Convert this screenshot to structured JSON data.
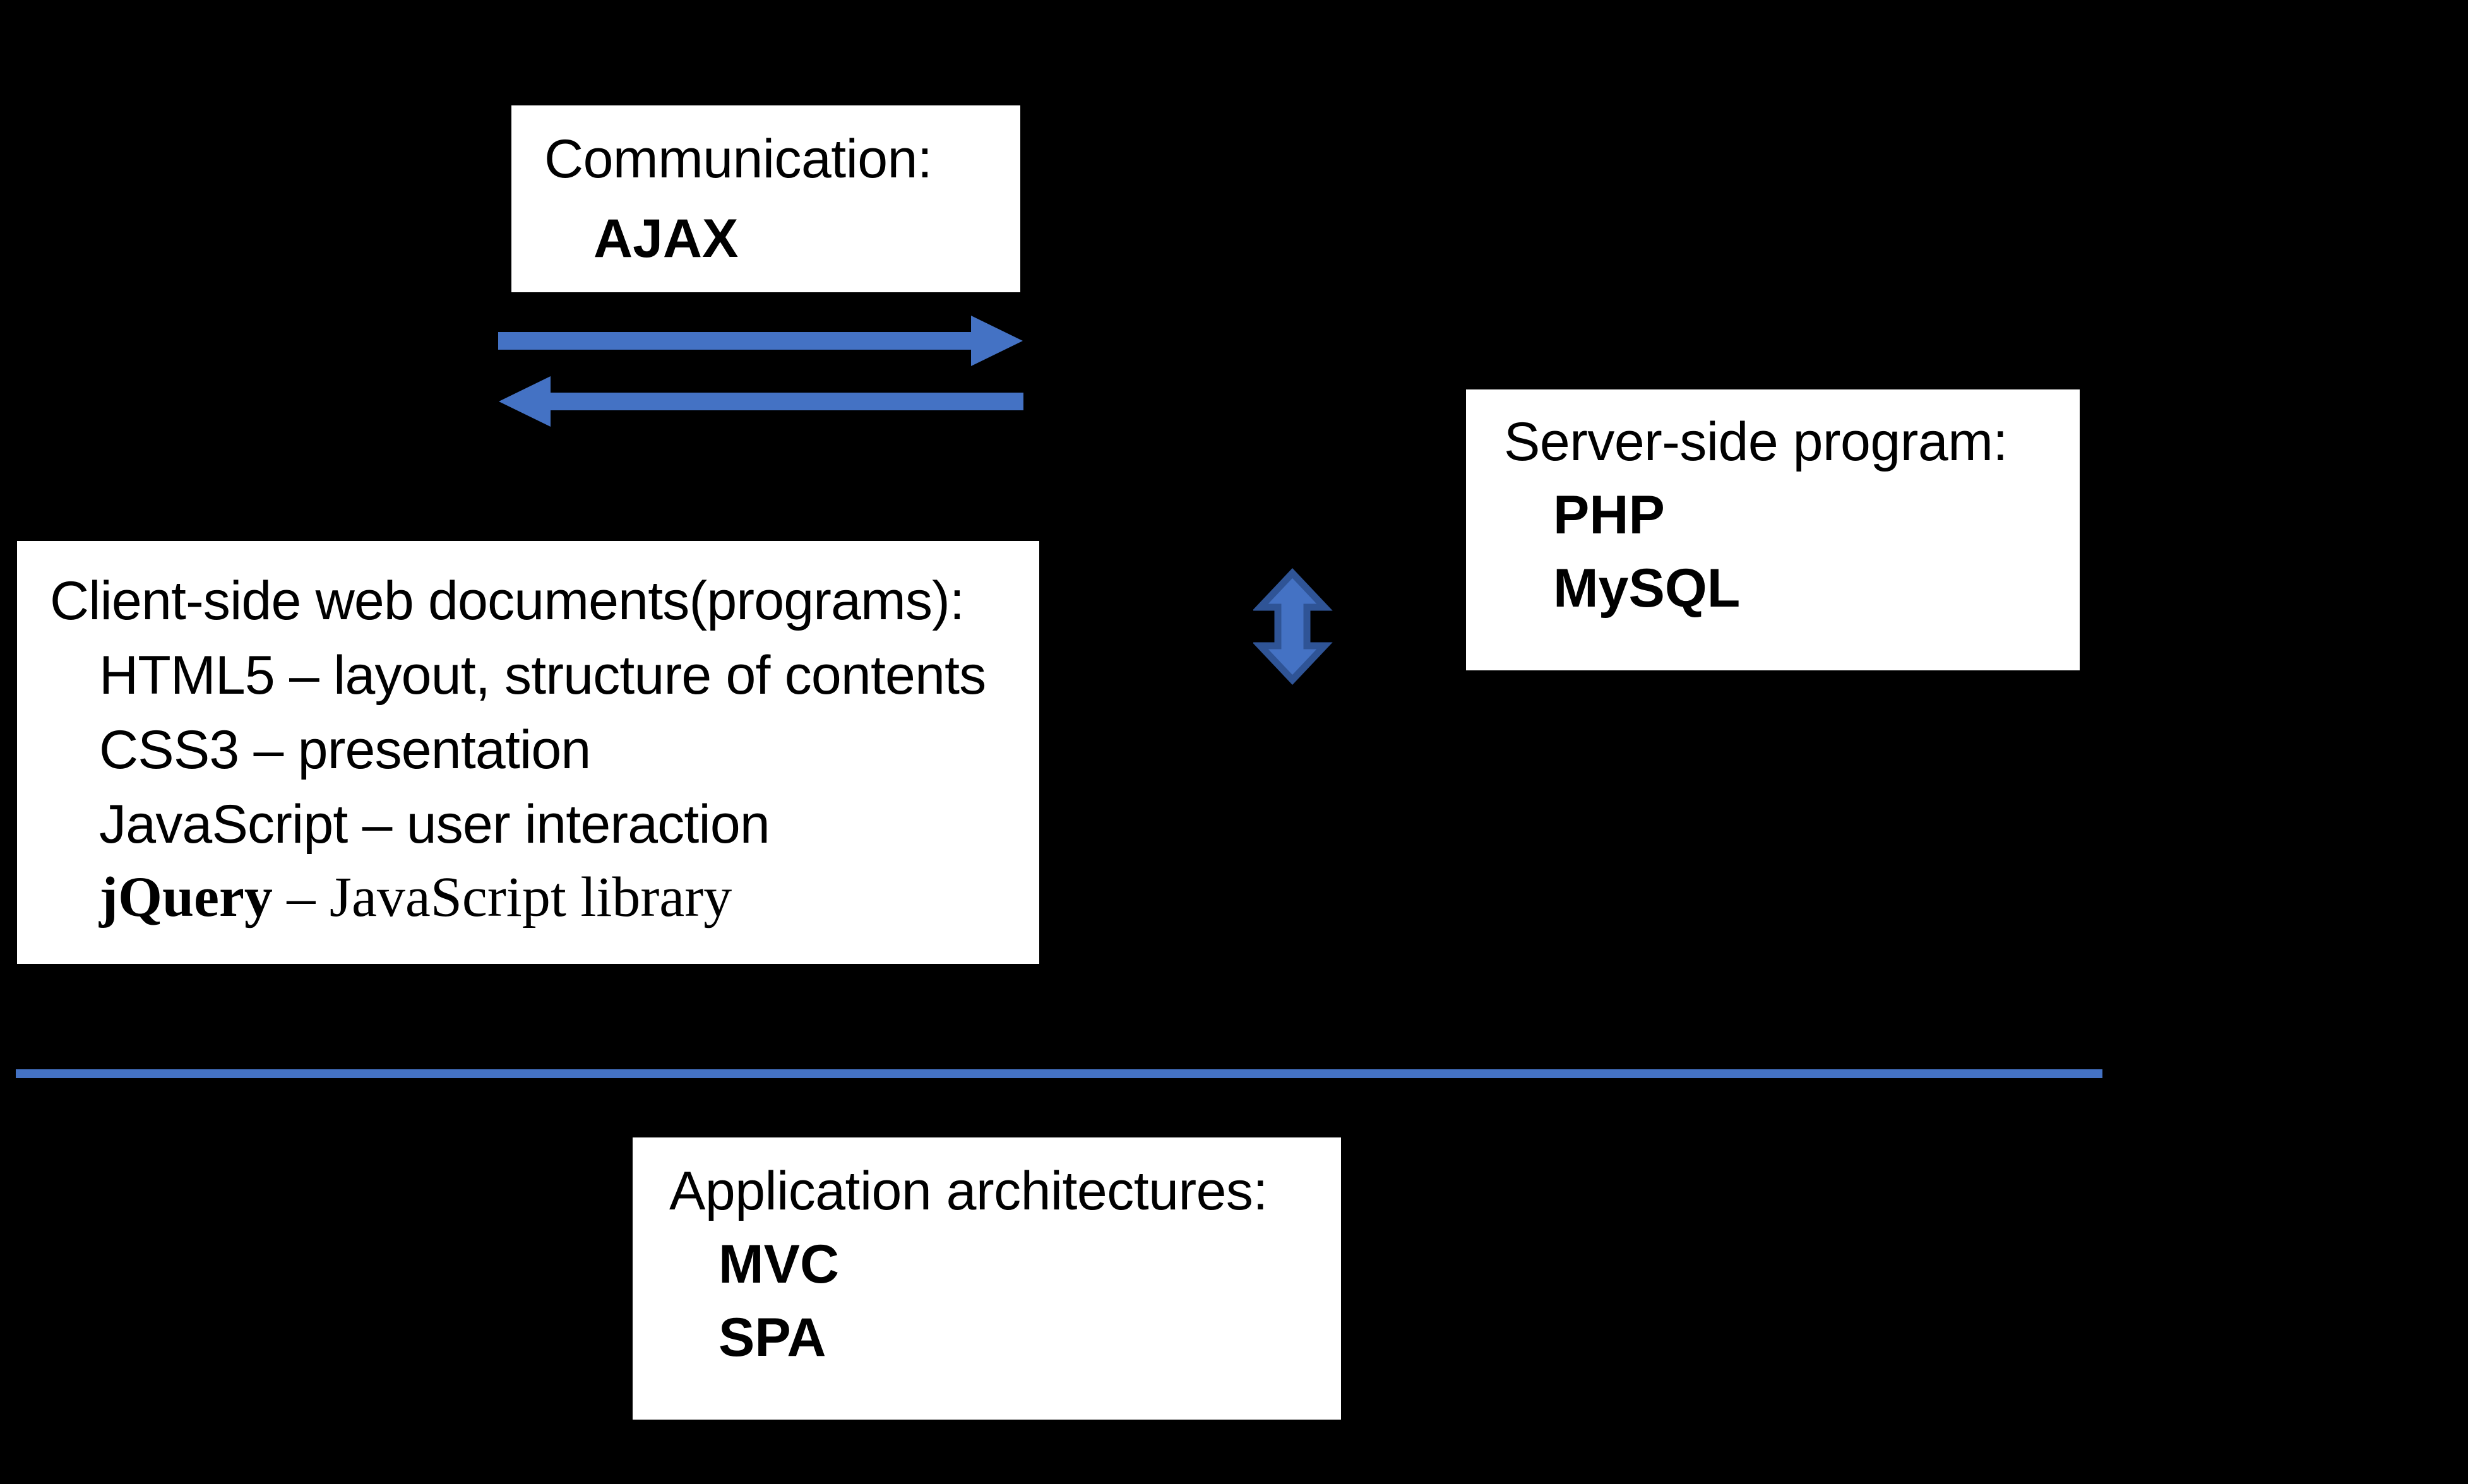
{
  "slide": {
    "background_color": "#000000",
    "box_fill": "#FFFFFF",
    "text_color": "#000000",
    "accent_color": "#4472C4",
    "accent_stroke_color": "#2F5496"
  },
  "boxes": {
    "communication": {
      "title": "Communication:",
      "items": [
        "AJAX"
      ]
    },
    "client_side": {
      "title": "Client-side web documents(programs):",
      "items": [
        "HTML5 – layout, structure of contents",
        "CSS3 – presentation",
        "JavaScript – user interaction"
      ],
      "serif_item": {
        "bold_part": "jQuery",
        "rest_part": " – JavaScript library"
      }
    },
    "server_side": {
      "title": "Server-side program:",
      "items": [
        "PHP",
        "MySQL"
      ]
    },
    "architectures": {
      "title": "Application architectures:",
      "items": [
        "MVC",
        "SPA"
      ]
    }
  },
  "connectors": {
    "request_arrow": "right-arrow-icon",
    "response_arrow": "left-arrow-icon",
    "vertical_arrow": "up-down-arrow-icon",
    "divider": "horizontal-divider-line"
  }
}
